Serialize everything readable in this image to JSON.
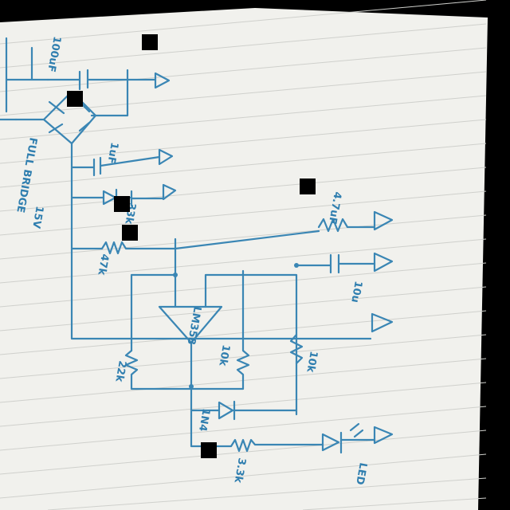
{
  "labels": {
    "cap_top": "100uF",
    "bridge": "FULL BRIDGE",
    "gnd_label": "15V",
    "cap_mid": "1uF",
    "res_upper_label": "33k",
    "res_right_top": "4.7uF",
    "res_left": "47k",
    "cap_right": "10u",
    "opamp_label": "LM358",
    "res_bottom_left": "22k",
    "res_mid": "10k",
    "res_right": "10k",
    "diode_label": "1N4",
    "res_bottom": "3.3k",
    "led_label": "LED"
  },
  "colors": {
    "ink": "#3a86b4",
    "paper": "#f1f1ed",
    "rule": "#cfd0cc",
    "background": "#000000"
  }
}
